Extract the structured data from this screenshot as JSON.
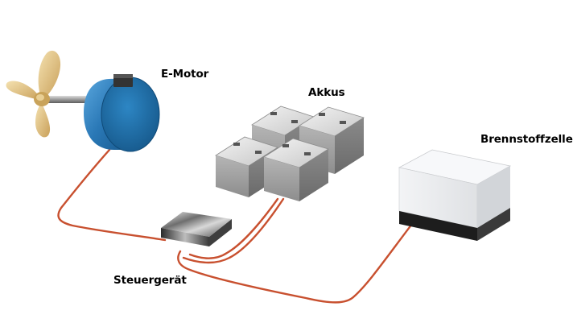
{
  "labels": {
    "motor": "E-Motor",
    "batteries": "Akkus",
    "fuel_cell": "Brennstoffzelle",
    "controller": "Steuergerät"
  },
  "colors": {
    "cable": "#c8502f",
    "motor_blue": "#2a78b6",
    "motor_face": "#1f6ea8",
    "propeller": "#e6c98a",
    "battery_gray": "#a3a3a3",
    "fuel_cell_body": "#e9eaec",
    "fuel_cell_base": "#1d1d1d"
  }
}
